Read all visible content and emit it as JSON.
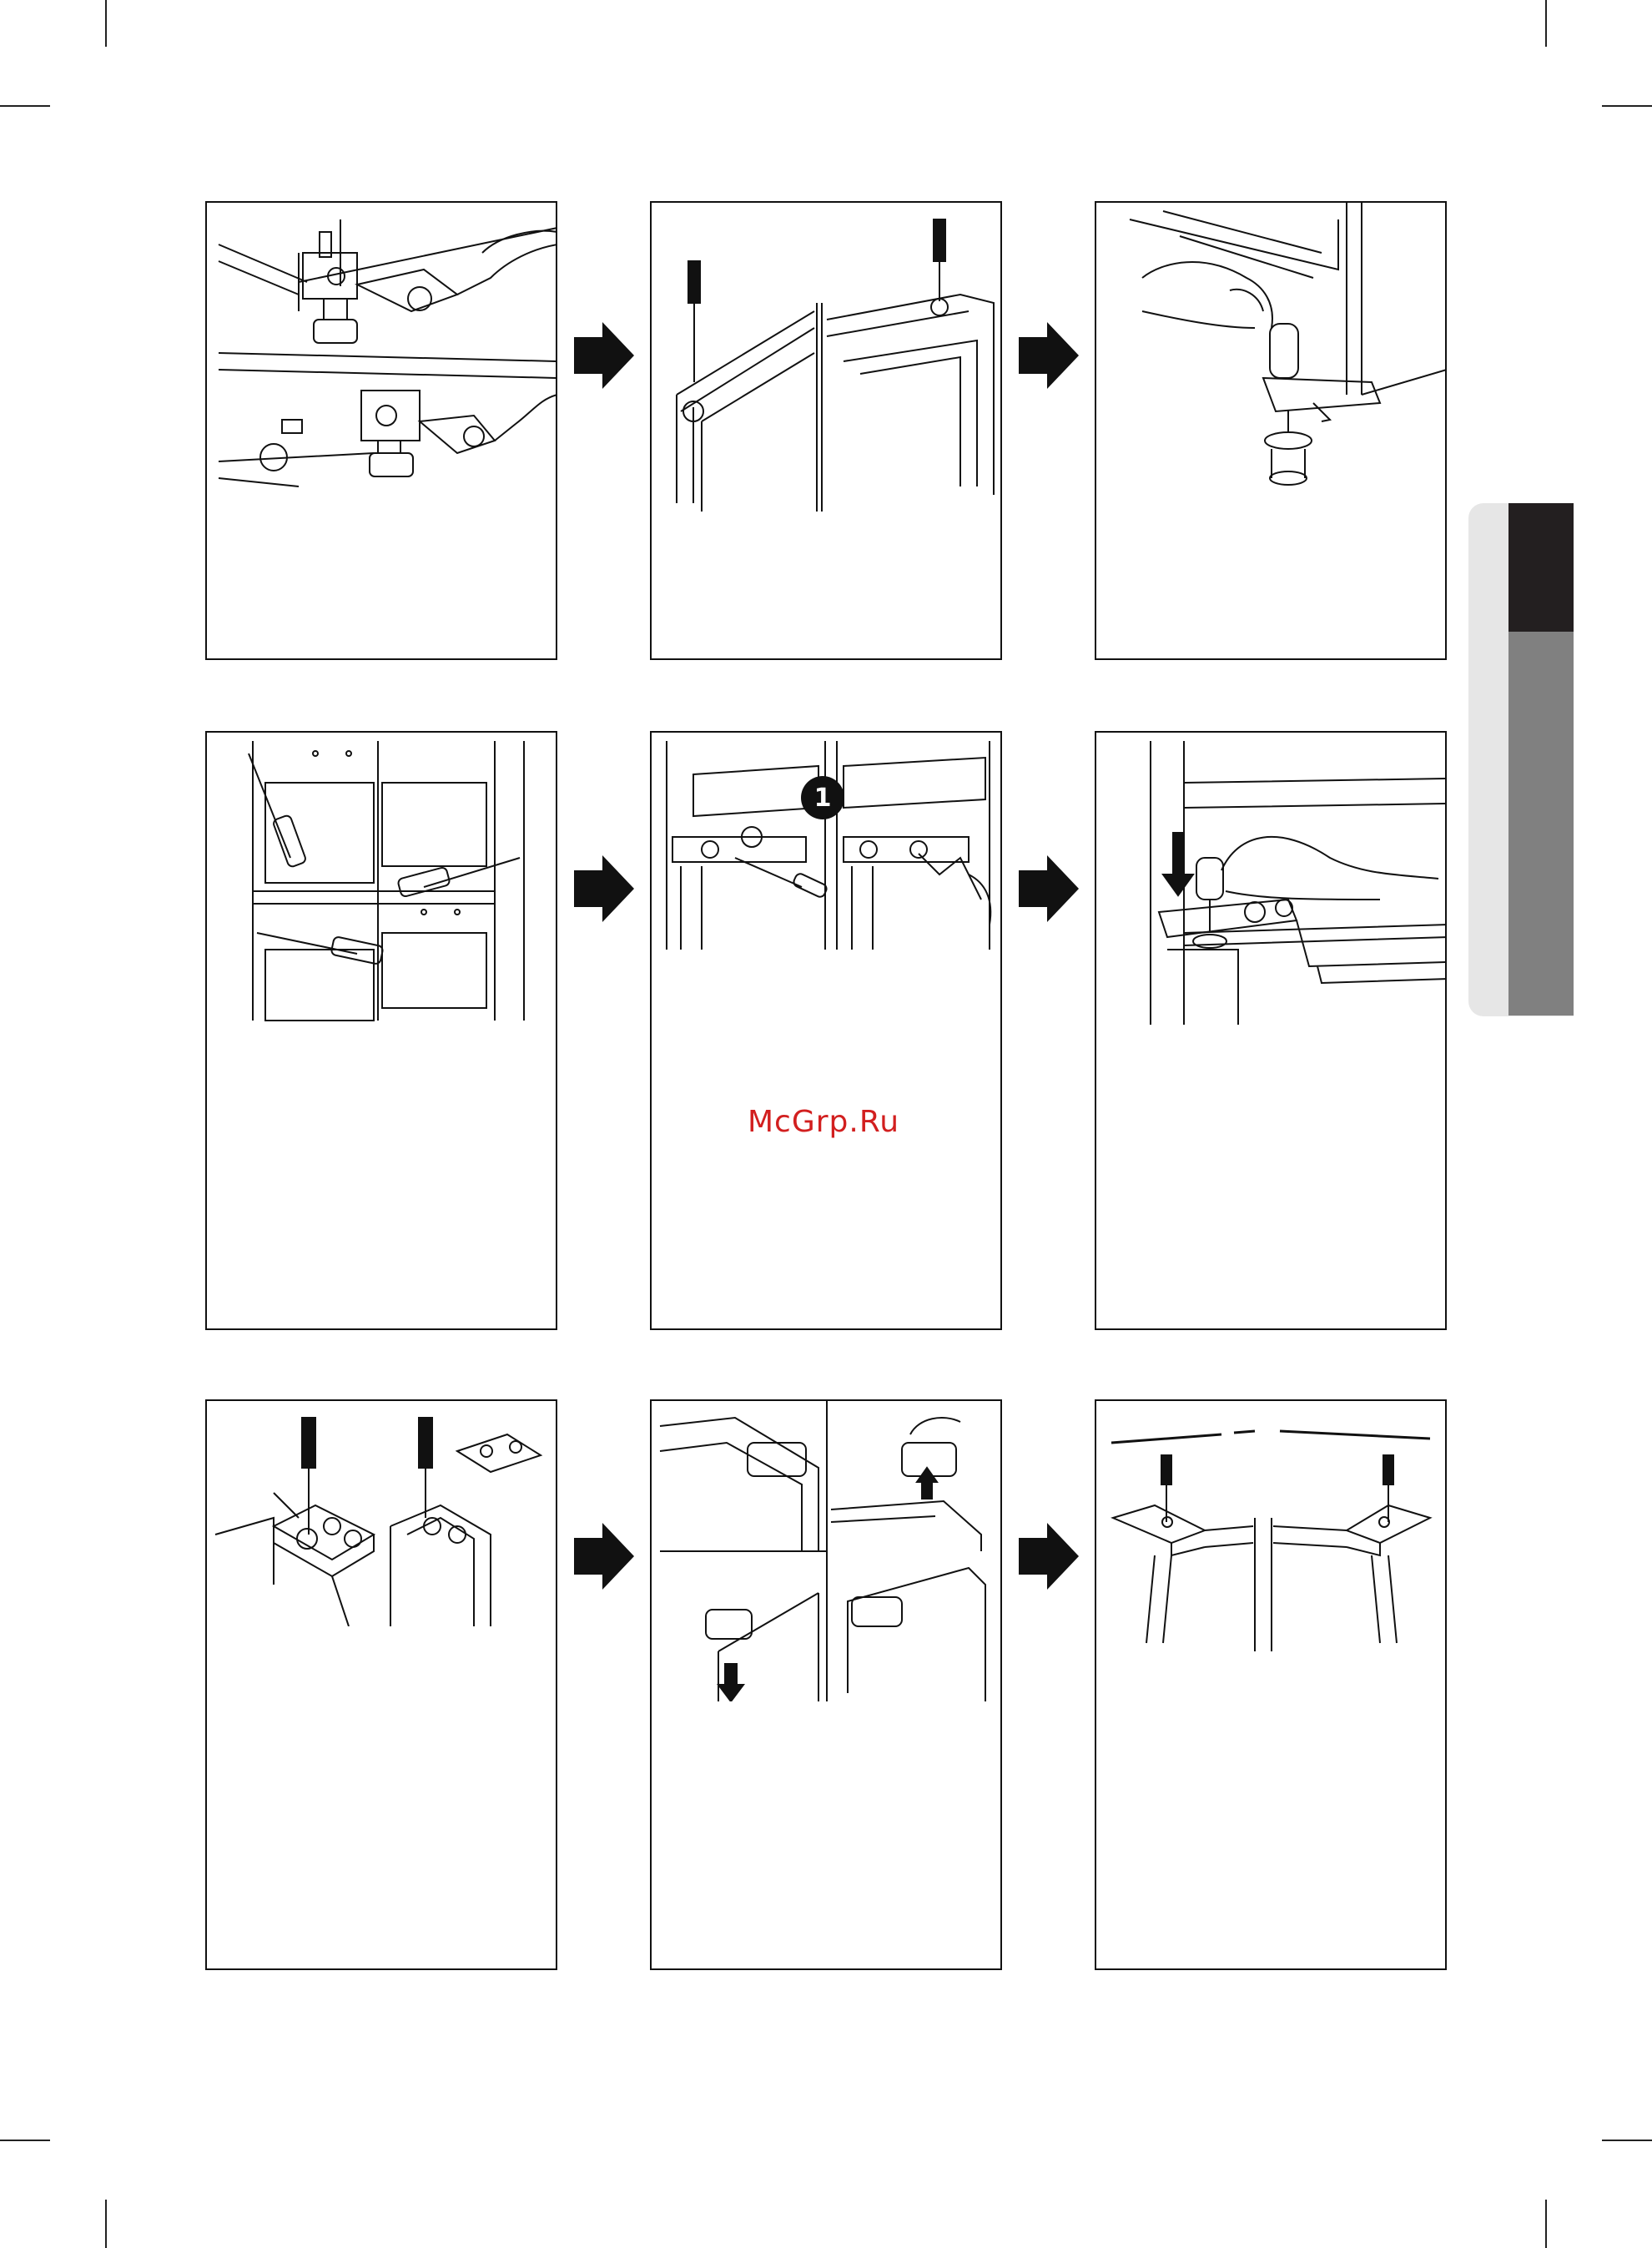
{
  "watermark": {
    "text": "McGrp.Ru"
  },
  "callouts": {
    "step5": "1"
  },
  "icons": {
    "flow_arrow": "right-arrow-icon",
    "down_arrow": "down-arrow-icon",
    "up_arrow": "up-arrow-icon"
  },
  "colors": {
    "border": "#111111",
    "tab_dark": "#231f20",
    "tab_mid": "#808080",
    "tab_light": "#e6e6e6",
    "watermark": "#d21f1f"
  },
  "steps": [
    {
      "illustration": "leveling-leg-and-wrench"
    },
    {
      "illustration": "screwdriver-on-door-top"
    },
    {
      "illustration": "hand-removing-hinge-pin"
    },
    {
      "illustration": "screwdrivers-on-cabinet-hinges"
    },
    {
      "illustration": "hinge-bracket-with-wrench"
    },
    {
      "illustration": "hand-inserting-hinge-pin"
    },
    {
      "illustration": "screwdriver-on-hinge-plate"
    },
    {
      "illustration": "door-cap-swap"
    },
    {
      "illustration": "top-hinges-screwed"
    }
  ]
}
